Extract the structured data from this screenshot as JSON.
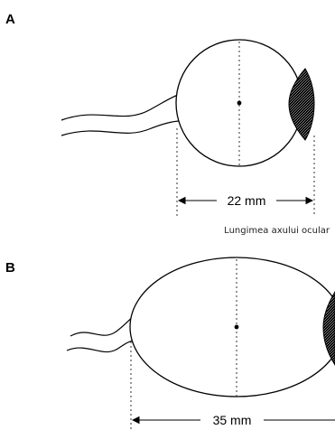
{
  "panels": [
    {
      "label": "A",
      "measurement": "22 mm",
      "caption": "Lungimea axului ocular"
    },
    {
      "label": "B",
      "measurement": "35 mm"
    }
  ],
  "colors": {
    "stroke": "#000000",
    "background": "#ffffff"
  }
}
